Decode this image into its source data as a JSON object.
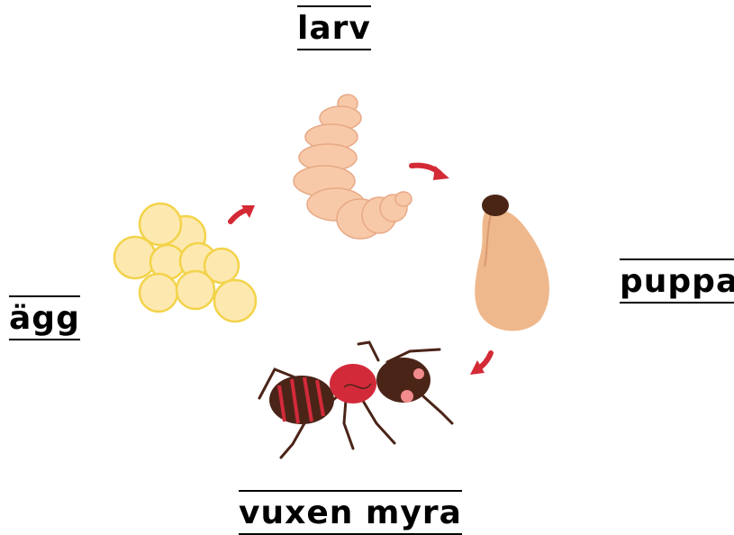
{
  "stages": {
    "larva": "larv",
    "pupa": "puppa",
    "egg": "ägg",
    "adult": "vuxen myra"
  },
  "colors": {
    "egg_fill": "#fde9b0",
    "egg_stroke": "#f3d34a",
    "larva_fill": "#f8c9a8",
    "larva_stroke": "#e7a986",
    "pupa_fill": "#efb88c",
    "pupa_head": "#4a2516",
    "ant_red": "#d32a3a",
    "ant_brown": "#4b2418",
    "arrow": "#d42a36"
  }
}
